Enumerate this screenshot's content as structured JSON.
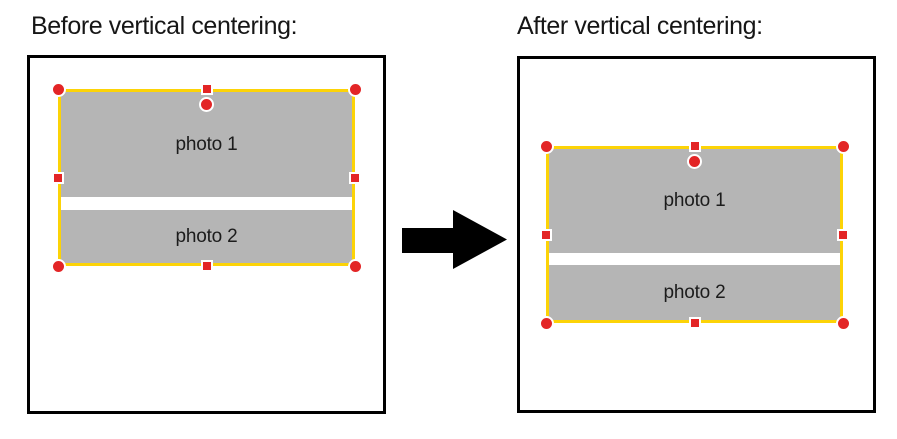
{
  "panels": {
    "before": {
      "title": "Before vertical centering:",
      "photos": [
        {
          "label": "photo 1"
        },
        {
          "label": "photo 2"
        }
      ]
    },
    "after": {
      "title": "After vertical centering:",
      "photos": [
        {
          "label": "photo 1"
        },
        {
          "label": "photo 2"
        }
      ]
    }
  },
  "icons": {
    "between_panels": "right-arrow"
  },
  "colors": {
    "canvas_border": "#000000",
    "selection_border": "#fcd307",
    "handle_fill": "#e32526",
    "handle_ring": "#ffffff",
    "photo_fill": "#b5b5b5",
    "gap_fill": "#ffffff",
    "text": "#161616"
  }
}
